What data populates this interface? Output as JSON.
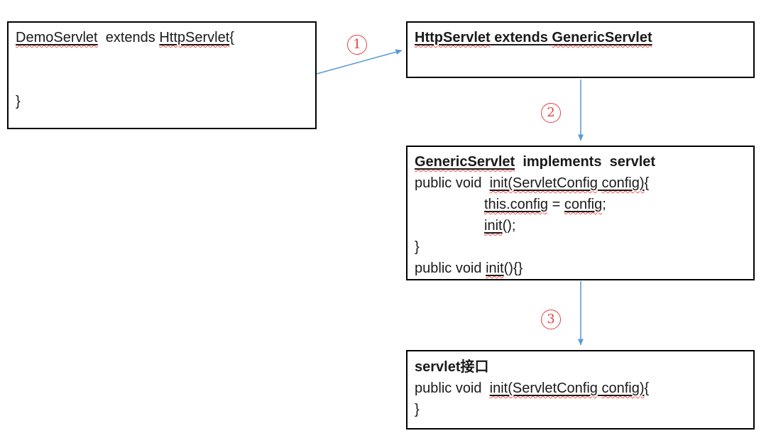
{
  "colors": {
    "arrow": "#5b9bd5",
    "step_number": "#e84040",
    "squiggle": "#ff5050",
    "box_border": "#000000",
    "text": "#1a1a1a"
  },
  "steps": [
    {
      "label": "1"
    },
    {
      "label": "2"
    },
    {
      "label": "3"
    }
  ],
  "connectors": [
    {
      "from": "demo-servlet-class",
      "to": "http-servlet-class",
      "step": "1"
    },
    {
      "from": "http-servlet-class",
      "to": "generic-servlet-class",
      "step": "2"
    },
    {
      "from": "generic-servlet-class",
      "to": "servlet-interface",
      "step": "3"
    }
  ],
  "boxes": {
    "demo": {
      "lines": [
        {
          "segments": [
            {
              "t": "DemoServlet",
              "u": true,
              "w": true
            },
            {
              "t": "  extends "
            },
            {
              "t": "HttpServlet",
              "u": true,
              "w": true
            },
            {
              "t": "{"
            }
          ]
        },
        {
          "segments": []
        },
        {
          "segments": []
        },
        {
          "segments": [
            {
              "t": "}"
            }
          ]
        }
      ]
    },
    "http": {
      "lines": [
        {
          "bold": true,
          "segments": [
            {
              "t": "HttpServlet",
              "u": true,
              "w": true
            },
            {
              "t": " extends ",
              "u": true
            },
            {
              "t": "GenericServlet",
              "u": true,
              "w": true
            }
          ]
        }
      ]
    },
    "generic": {
      "lines": [
        {
          "bold": true,
          "segments": [
            {
              "t": "GenericServlet",
              "u": true,
              "w": true
            },
            {
              "t": "  implements  servlet"
            }
          ]
        },
        {
          "segments": [
            {
              "t": "public void  "
            },
            {
              "t": "init(ServletConfig",
              "u": true,
              "w": true
            },
            {
              "t": " ",
              "u": true
            },
            {
              "t": "config)",
              "u": true,
              "w": true
            },
            {
              "t": "{"
            }
          ]
        },
        {
          "indent": true,
          "segments": [
            {
              "t": "this.config",
              "u": true,
              "w": true
            },
            {
              "t": " = "
            },
            {
              "t": "config",
              "u": true,
              "w": true
            },
            {
              "t": ";"
            }
          ]
        },
        {
          "indent": true,
          "segments": [
            {
              "t": "init",
              "u": true,
              "w": true
            },
            {
              "t": "();"
            }
          ]
        },
        {
          "segments": [
            {
              "t": "}"
            }
          ]
        },
        {
          "segments": [
            {
              "t": "public void "
            },
            {
              "t": "init",
              "u": true,
              "w": true
            },
            {
              "t": "(){}"
            }
          ]
        }
      ]
    },
    "iface": {
      "lines": [
        {
          "bold": true,
          "segments": [
            {
              "t": "servlet"
            },
            {
              "t": "接口",
              "c": true
            }
          ]
        },
        {
          "segments": [
            {
              "t": "public void  "
            },
            {
              "t": "init(ServletConfig",
              "u": true,
              "w": true
            },
            {
              "t": " ",
              "u": true
            },
            {
              "t": "config)",
              "u": true,
              "w": true
            },
            {
              "t": "{"
            }
          ]
        },
        {
          "segments": [
            {
              "t": "}"
            }
          ]
        }
      ]
    }
  }
}
